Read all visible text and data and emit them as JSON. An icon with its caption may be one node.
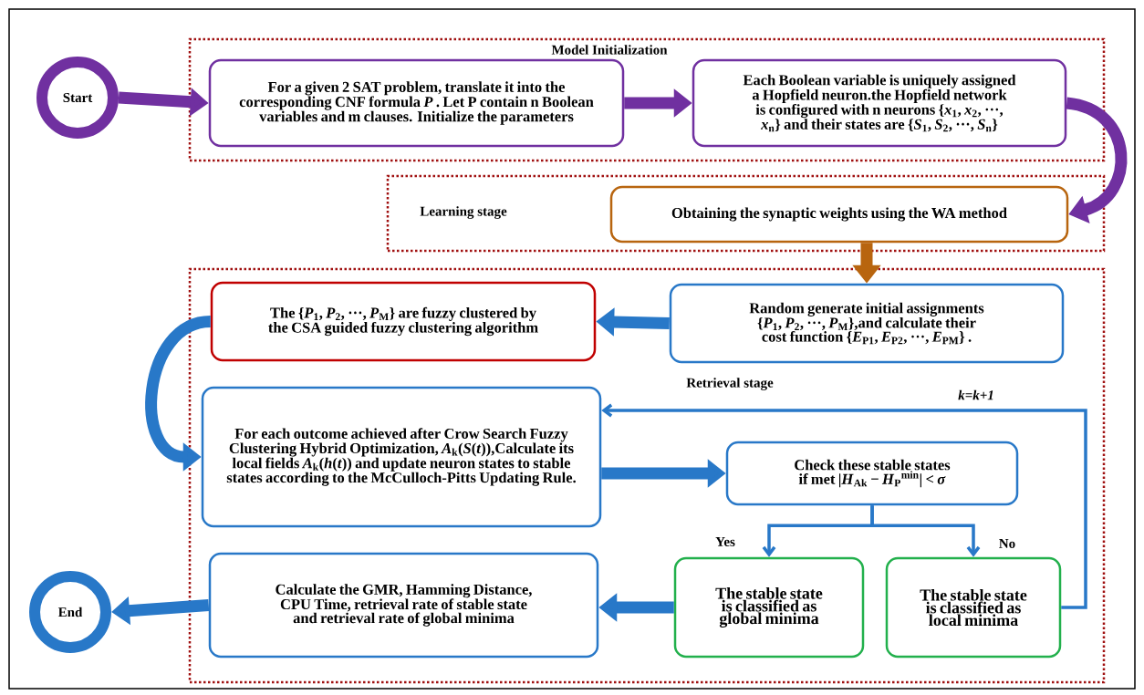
{
  "diagram": {
    "nodes": [
      {
        "text": [
          "Start"
        ]
      },
      {
        "text": [
          "Model Initialization"
        ]
      },
      {
        "text": [
          "For a given 2 SAT problem, translate it into the corresponding CNF formula *P* . Let P contain n Boolean variables and m clauses. Initialize the parameters"
        ],
        "in": 1
      },
      {
        "text": [
          "Each Boolean variable is uniquely assigned a Hopfield neuron.the Hopfield network is configured with n neurons {*x*$_{1}$, *x*$_{2}$, ···, *x*$_{n}$} and their states are {*S*$_{1}$, *S*$_{2}$, ···, *S*$_{n}$}"
        ],
        "in": 1
      },
      {
        "text": [
          "Learning stage"
        ]
      },
      {
        "text": [
          "Obtaining the synaptic weights using the WA method"
        ],
        "in": 4
      },
      {
        "text": [
          "Retrieval stage"
        ]
      },
      {
        "text": [
          "The {*P*$_{1}$, *P*$_{2}$, ···, *P*$_{M}$} are fuzzy clustered by the CSA guided fuzzy clustering algorithm"
        ],
        "in": 6
      },
      {
        "text": [
          "Random generate initial assignments {*P*$_{1}$, *P*$_{2}$, ···, *P*$_{M}$},and calculate their cost function {*E*$_{P1}$, *E*$_{P2}$, ···, *E*$_{PM}$} ."
        ],
        "in": 6
      },
      {
        "text": [
          "For each outcome achieved after Crow Search Fuzzy Clustering Hybrid Optimization, *A*$_{k}$(*S*(*t*)),Calculate its local fields *A*$_{k}$(*h*(*t*)) and update neuron states to stable states according to the McCulloch-Pitts Updating Rule."
        ],
        "in": 6
      },
      {
        "text": [
          "Check these stable states if met |*H*$_{Ak}$ − *H*$_{P}$$^{min}$| < *σ*"
        ],
        "in": 6
      },
      {
        "text": [
          "The stable state is classified as global minima"
        ],
        "in": 6
      },
      {
        "text": [
          "The stable state is classified as local minima"
        ],
        "in": 6
      },
      {
        "text": [
          "Calculate the GMR, Hamming Distance, CPU Time, retrieval rate of stable state and retrieval rate of global minima"
        ],
        "in": 6
      },
      {
        "text": [
          "End"
        ]
      }
    ],
    "edges": [
      {
        "from": 0,
        "to": 2,
        "arrow": "to",
        "color": "#7030a0"
      },
      {
        "from": 2,
        "to": 3,
        "arrow": "to",
        "color": "#7030a0"
      },
      {
        "from": 3,
        "to": 5,
        "arrow": "to",
        "color": "#7030a0"
      },
      {
        "from": 5,
        "to": 8,
        "arrow": "to",
        "color": "#b8650f"
      },
      {
        "from": 8,
        "to": 7,
        "arrow": "to"
      },
      {
        "from": 7,
        "to": 9,
        "arrow": "to"
      },
      {
        "from": 9,
        "to": 10,
        "arrow": "to"
      },
      {
        "from": 10,
        "to": 11,
        "arrow": "to",
        "label": "Yes"
      },
      {
        "from": 10,
        "to": 12,
        "arrow": "to",
        "label": "No"
      },
      {
        "from": 12,
        "to": 9,
        "arrow": "to",
        "label": "k=k+1"
      },
      {
        "from": 11,
        "to": 13,
        "arrow": "to"
      },
      {
        "from": 13,
        "to": 14,
        "arrow": "to"
      }
    ]
  }
}
